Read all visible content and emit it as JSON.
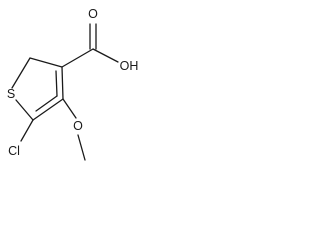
{
  "molecule": {
    "atoms": {
      "sulfur": "S",
      "chlorine": "Cl",
      "methoxy_oxygen": "O",
      "hydroxyl": "OH",
      "carbonyl_oxygen": "O"
    }
  },
  "colors": {
    "ink": "#1a1a1a",
    "background": "#ffffff"
  }
}
